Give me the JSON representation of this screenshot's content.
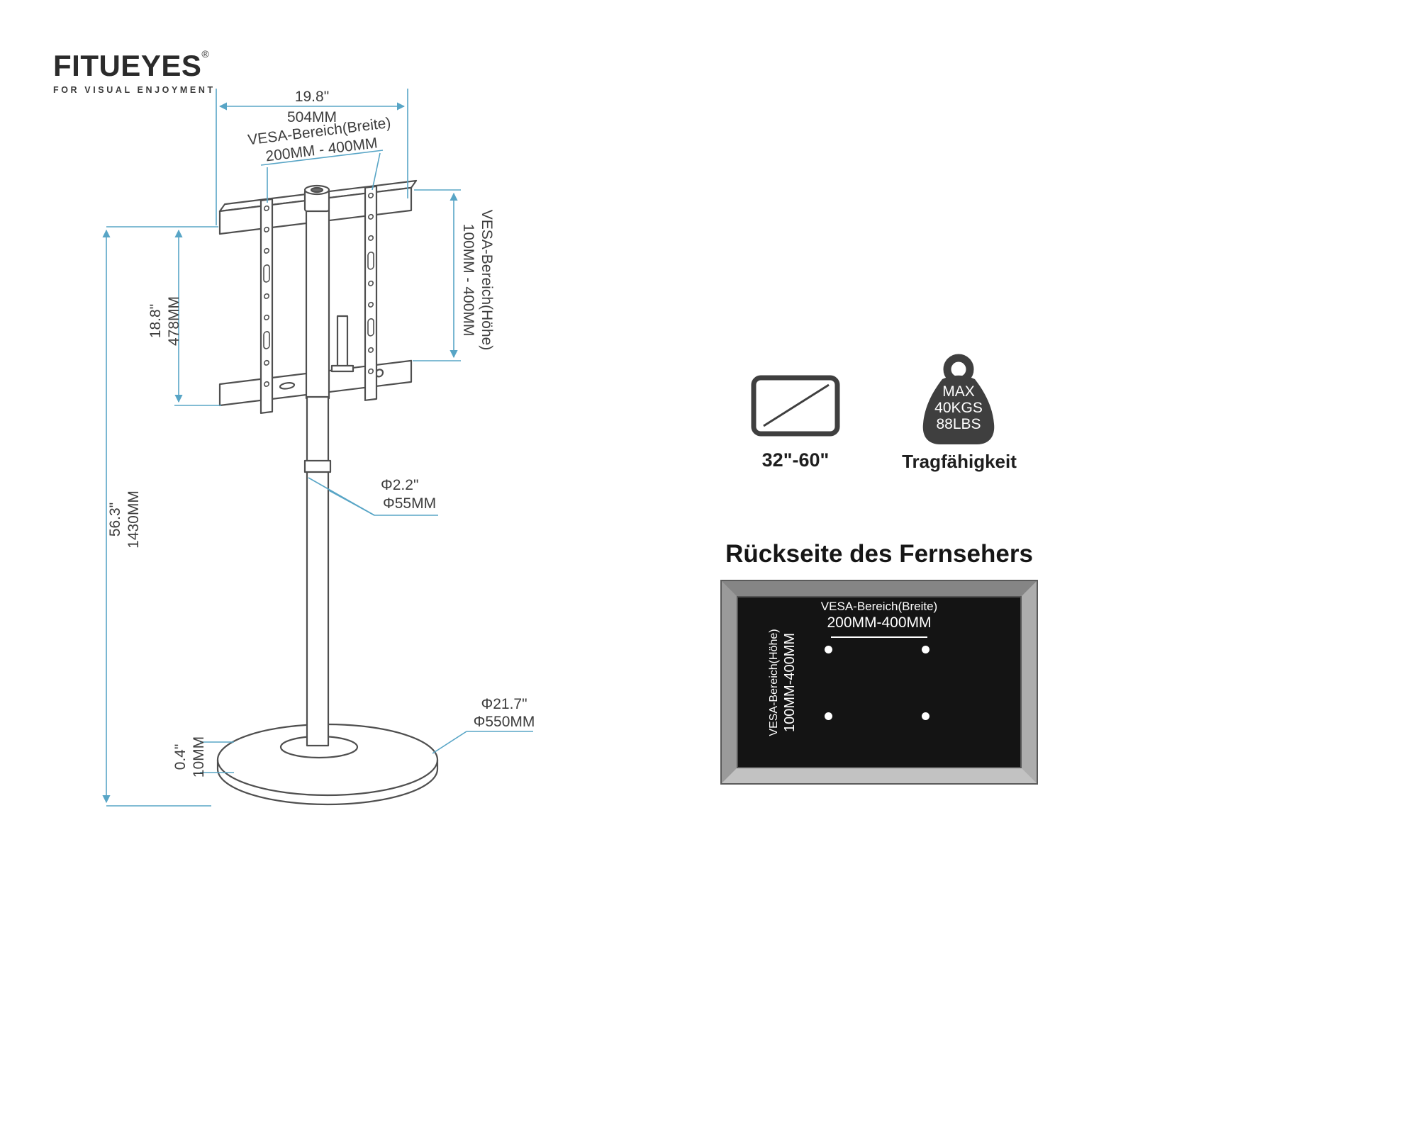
{
  "logo": {
    "brand": "FITUEYES",
    "registered": "®",
    "tagline": "FOR VISUAL ENJOYMENT"
  },
  "diagram": {
    "top_width_in": "19.8\"",
    "top_width_mm": "504MM",
    "vesa_width_label": "VESA-Bereich(Breite)",
    "vesa_width_range": "200MM - 400MM",
    "vesa_height_label": "VESA-Bereich(Höhe)",
    "vesa_height_range": "100MM - 400MM",
    "bracket_height_in": "18.8\"",
    "bracket_height_mm": "478MM",
    "total_height_in": "56.3\"",
    "total_height_mm": "1430MM",
    "pole_diameter_in": "Φ2.2\"",
    "pole_diameter_mm": "Φ55MM",
    "base_diameter_in": "Φ21.7\"",
    "base_diameter_mm": "Φ550MM",
    "base_thickness_in": "0.4\"",
    "base_thickness_mm": "10MM"
  },
  "specs": {
    "screen_range": "32\"-60\"",
    "weight_max_label": "MAX",
    "weight_kgs": "40KGS",
    "weight_lbs": "88LBS",
    "capacity_label": "Tragfähigkeit"
  },
  "back_panel": {
    "title": "Rückseite des Fernsehers",
    "vesa_width_label": "VESA-Bereich(Breite)",
    "vesa_width_range": "200MM-400MM",
    "vesa_height_label": "VESA-Bereich(Höhe)",
    "vesa_height_range": "100MM-400MM"
  },
  "colors": {
    "dimension": "#58a5c6",
    "line": "#4f4f4f",
    "panel": "#141414"
  }
}
